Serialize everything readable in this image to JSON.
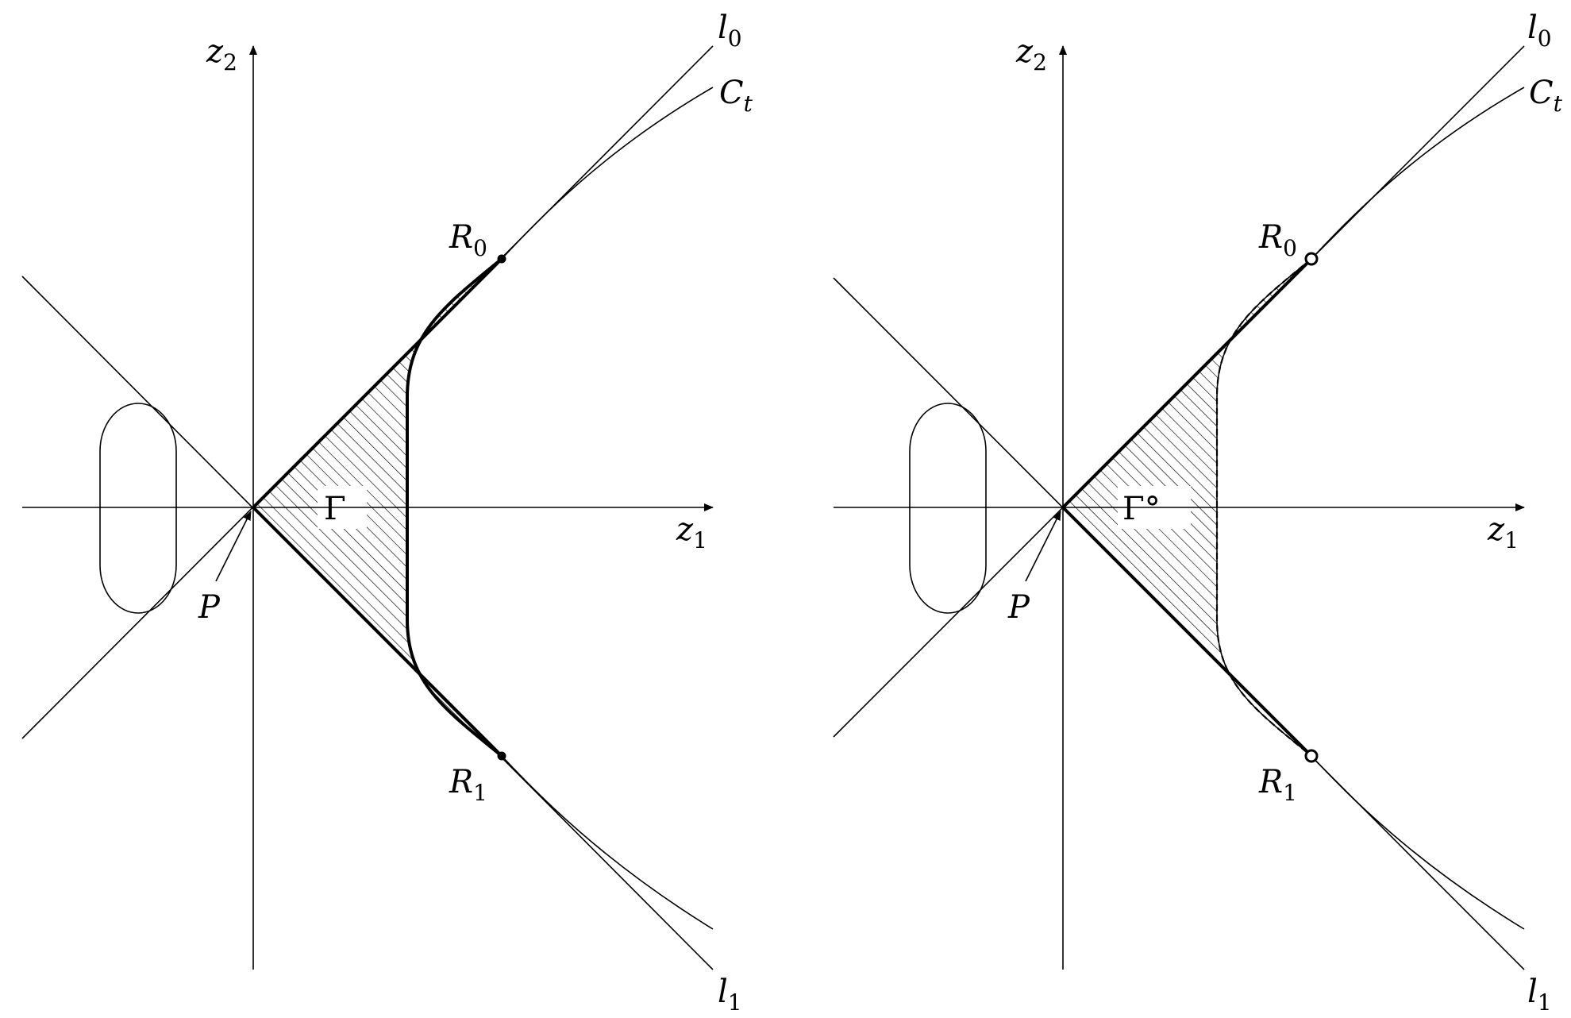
{
  "panels": [
    {
      "id": "left",
      "axis_x": {
        "base": "z",
        "sub": "1"
      },
      "axis_y": {
        "base": "z",
        "sub": "2"
      },
      "line_top": {
        "base": "l",
        "sub": "0"
      },
      "line_bottom": {
        "base": "l",
        "sub": "1"
      },
      "curve": {
        "base": "C",
        "sub": "t"
      },
      "point_top": {
        "base": "R",
        "sub": "0"
      },
      "point_bottom": {
        "base": "R",
        "sub": "1"
      },
      "point_p": "P",
      "region": "Γ",
      "endpoints": "filled",
      "boundary": "solid"
    },
    {
      "id": "right",
      "axis_x": {
        "base": "z",
        "sub": "1"
      },
      "axis_y": {
        "base": "z",
        "sub": "2"
      },
      "line_top": {
        "base": "l",
        "sub": "0"
      },
      "line_bottom": {
        "base": "l",
        "sub": "1"
      },
      "curve": {
        "base": "C",
        "sub": "t"
      },
      "point_top": {
        "base": "R",
        "sub": "0"
      },
      "point_bottom": {
        "base": "R",
        "sub": "1"
      },
      "point_p": "P",
      "region": "Γ°",
      "endpoints": "open",
      "boundary": "dashed"
    }
  ]
}
